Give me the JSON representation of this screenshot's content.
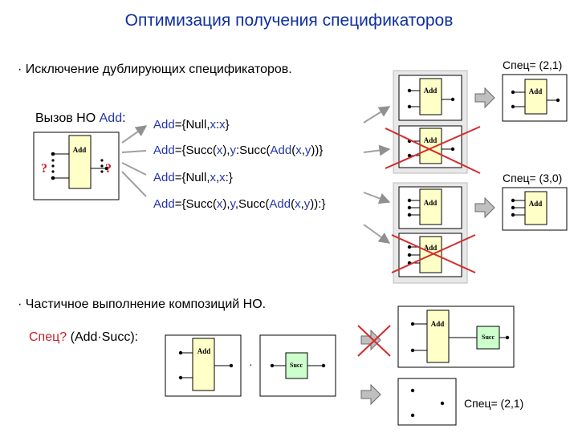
{
  "title": "Оптимизация получения спецификаторов",
  "section1": {
    "bullet": "· Исключение дублирующих спецификаторов.",
    "call_label": "Вызов НО ",
    "call_fn": "Add",
    "call_colon": ":",
    "unknown_mark": "?",
    "rules": [
      {
        "parts": [
          [
            "b",
            "Add"
          ],
          [
            "k",
            "={Null,"
          ],
          [
            "b",
            "x"
          ],
          [
            "k",
            ":"
          ],
          [
            "b",
            "x"
          ],
          [
            "k",
            "}"
          ]
        ]
      },
      {
        "parts": [
          [
            "b",
            "Add"
          ],
          [
            "k",
            "={Succ("
          ],
          [
            "b",
            "x"
          ],
          [
            "k",
            "),"
          ],
          [
            "b",
            "y"
          ],
          [
            "k",
            ":Succ("
          ],
          [
            "b",
            "Add"
          ],
          [
            "k",
            "("
          ],
          [
            "b",
            "x"
          ],
          [
            "k",
            ","
          ],
          [
            "b",
            "y"
          ],
          [
            "k",
            "))}"
          ]
        ]
      },
      {
        "parts": [
          [
            "b",
            "Add"
          ],
          [
            "k",
            "={Null,"
          ],
          [
            "b",
            "x"
          ],
          [
            "k",
            ","
          ],
          [
            "b",
            "x"
          ],
          [
            "k",
            ":}"
          ]
        ]
      },
      {
        "parts": [
          [
            "b",
            "Add"
          ],
          [
            "k",
            "={Succ("
          ],
          [
            "b",
            "x"
          ],
          [
            "k",
            "),"
          ],
          [
            "b",
            "y"
          ],
          [
            "k",
            ",Succ("
          ],
          [
            "b",
            "Add"
          ],
          [
            "k",
            "("
          ],
          [
            "b",
            "x"
          ],
          [
            "k",
            ","
          ],
          [
            "b",
            "y"
          ],
          [
            "k",
            "))"
          ],
          [
            "k",
            ":}"
          ]
        ]
      }
    ],
    "spec1": "Спец= (2,1)",
    "spec2": "Спец= (3,0)"
  },
  "section2": {
    "bullet": "· Частичное выполнение композиций НО.",
    "question_red": "Спец?",
    "question_rest": " (Add·Succ):",
    "compose_dot": "·",
    "spec3": "Спец= (2,1)"
  },
  "block_labels": {
    "add": "Add",
    "succ": "Succ"
  },
  "colors": {
    "title": "#0f2fa0",
    "blue_text": "#2236a8",
    "red": "#c8202a",
    "block_fill": "#ffffc8",
    "succ_fill": "#ccffcc",
    "group_bg": "#e8e8e8",
    "arrow": "#a0a0a0"
  }
}
